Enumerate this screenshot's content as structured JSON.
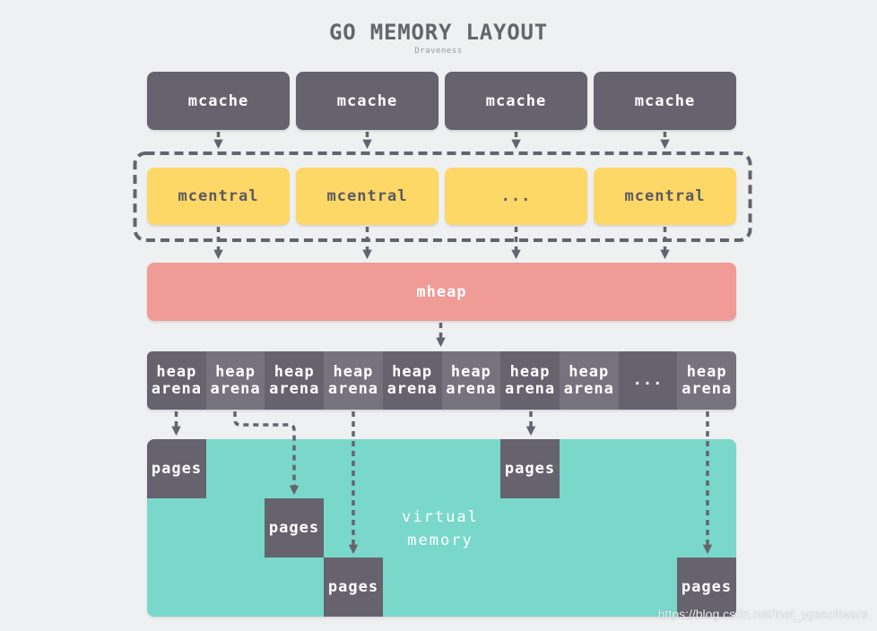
{
  "title": "GO MEMORY LAYOUT",
  "subtitle": "Draveness",
  "mcache": [
    "mcache",
    "mcache",
    "mcache",
    "mcache"
  ],
  "mcentral": [
    "mcentral",
    "mcentral",
    "...",
    "mcentral"
  ],
  "mheap": "mheap",
  "heap_arenas": [
    "heap arena",
    "heap arena",
    "heap arena",
    "heap arena",
    "heap arena",
    "heap arena",
    "heap arena",
    "heap arena",
    "...",
    "heap arena"
  ],
  "virtual_memory": "virtual memory",
  "pages": [
    "pages",
    "pages",
    "pages",
    "pages",
    "pages"
  ],
  "watermark": "https://blog.csdn.net/inet_ygssoftware",
  "colors": {
    "background": "#eff0f2",
    "dark": "#66636f",
    "dark_alt": "#76737e",
    "mcentral": "#fdd867",
    "mheap": "#f09b96",
    "virtual_memory": "#7ad8cb",
    "title": "#66656e",
    "mcentral_text": "#5b5963"
  }
}
